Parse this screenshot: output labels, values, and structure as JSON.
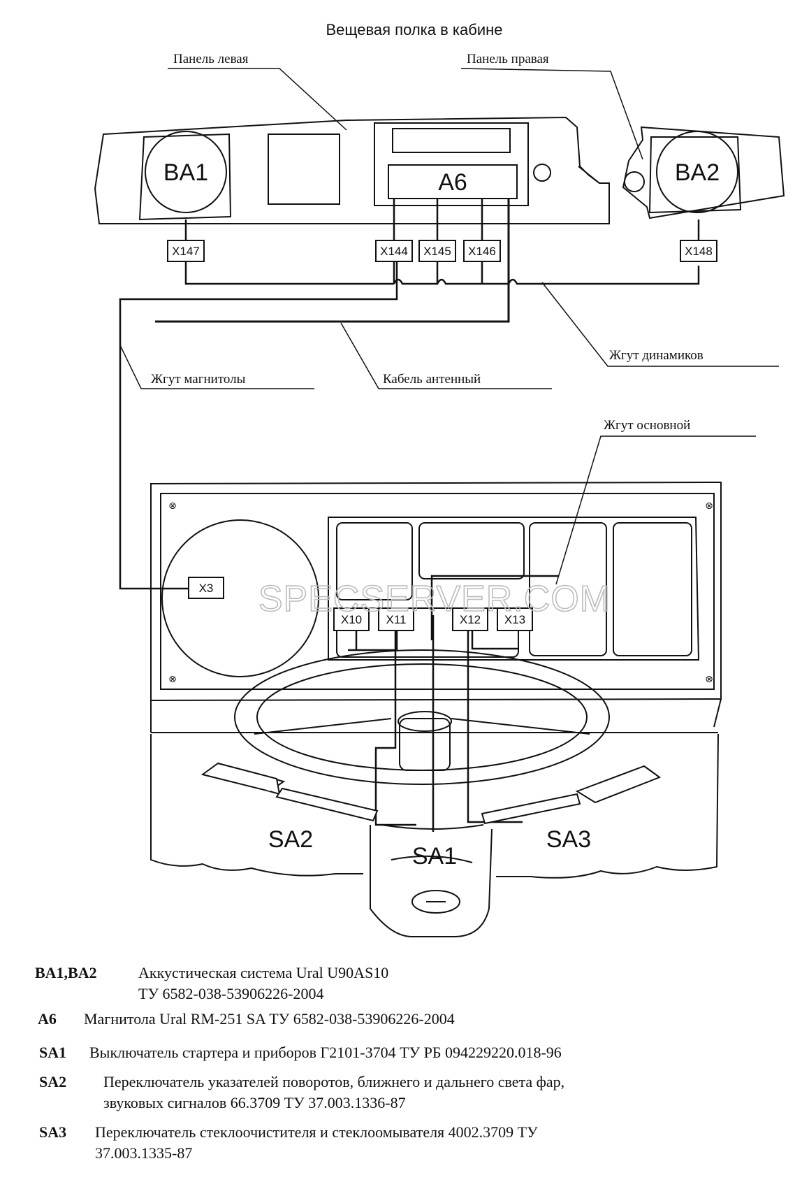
{
  "title": "Вещевая полка в кабине",
  "labels": {
    "panel_left": "Панель левая",
    "panel_right": "Панель правая",
    "harness_speakers": "Жгут динамиков",
    "harness_radio": "Жгут магнитолы",
    "cable_antenna": "Кабель антенный",
    "harness_main": "Жгут основной"
  },
  "components": {
    "ba1": "BA1",
    "ba2": "BA2",
    "a6": "A6",
    "sa1": "SA1",
    "sa2": "SA2",
    "sa3": "SA3"
  },
  "connectors": {
    "x147": "X147",
    "x144": "X144",
    "x145": "X145",
    "x146": "X146",
    "x148": "X148",
    "x3": "X3",
    "x10": "X10",
    "x11": "X11",
    "x12": "X12",
    "x13": "X13"
  },
  "watermark": "SPECSERVER.COM",
  "legend": [
    {
      "code": "BA1,BA2",
      "lines": [
        "Аккустическая система Ural U90AS10",
        "ТУ 6582-038-53906226-2004"
      ]
    },
    {
      "code": "A6",
      "lines": [
        "Магнитола Ural RM-251 SA ТУ 6582-038-53906226-2004"
      ]
    },
    {
      "code": "SA1",
      "lines": [
        "Выключатель стартера и приборов Г2101-3704  ТУ РБ 094229220.018-96"
      ]
    },
    {
      "code": "SA2",
      "lines": [
        "Переключатель указателей поворотов, ближнего и дальнего света фар,",
        "звуковых сигналов 66.3709   ТУ 37.003.1336-87"
      ]
    },
    {
      "code": "SA3",
      "lines": [
        "Переключатель стеклоочистителя и стеклоомывателя  4002.3709 ТУ",
        "37.003.1335-87"
      ]
    }
  ]
}
